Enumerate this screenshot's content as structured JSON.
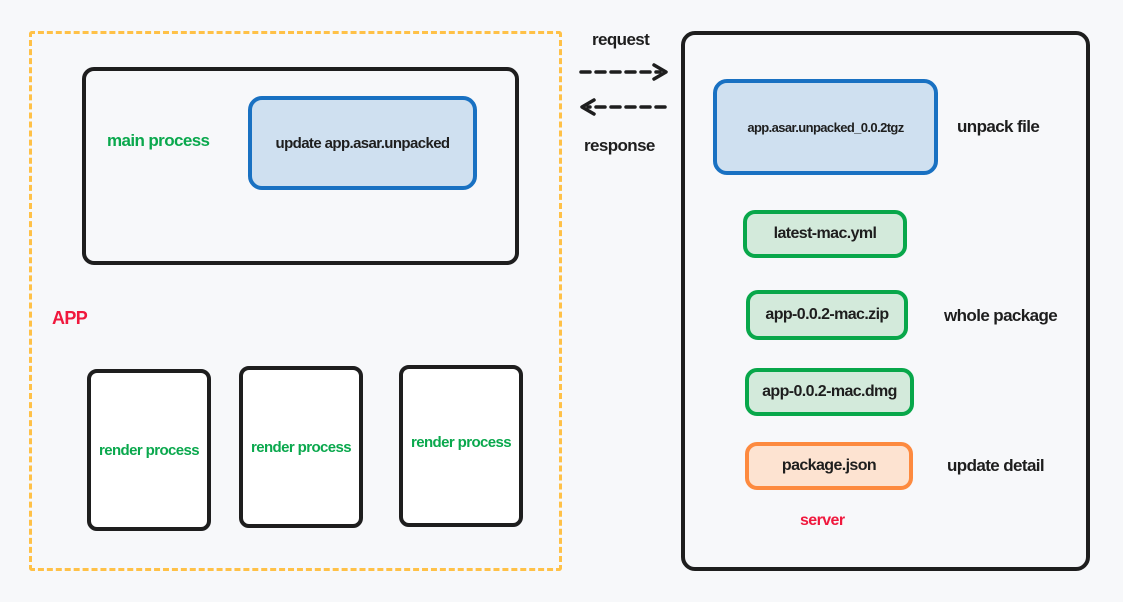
{
  "colors": {
    "background": "#f7f8fa",
    "app_frame": "#ffc147",
    "stroke": "#1e1e1e",
    "blue_stroke": "#1971c2",
    "blue_fill": "#cfe0f0",
    "green_stroke": "#08a74a",
    "green_fill": "#d3eadb",
    "orange_stroke": "#fd8a3f",
    "orange_fill": "#fde3d1",
    "green_text": "#0aa84d",
    "red_text": "#f0183d"
  },
  "app": {
    "label": "APP",
    "main_process": {
      "label": "main process",
      "action": "update app.asar.unpacked"
    },
    "render_processes": [
      {
        "label": "render process"
      },
      {
        "label": "render process"
      },
      {
        "label": "render process"
      }
    ]
  },
  "connections": {
    "request_label": "request",
    "response_label": "response"
  },
  "server": {
    "label": "server",
    "files": [
      {
        "name": "app.asar.unpacked_0.0.2tgz",
        "annotation": "unpack file",
        "style": "blue"
      },
      {
        "name": "latest-mac.yml",
        "annotation": "",
        "style": "green"
      },
      {
        "name": "app-0.0.2-mac.zip",
        "annotation": "whole package",
        "style": "green"
      },
      {
        "name": "app-0.0.2-mac.dmg",
        "annotation": "",
        "style": "green"
      },
      {
        "name": "package.json",
        "annotation": "update detail",
        "style": "orange"
      }
    ]
  }
}
